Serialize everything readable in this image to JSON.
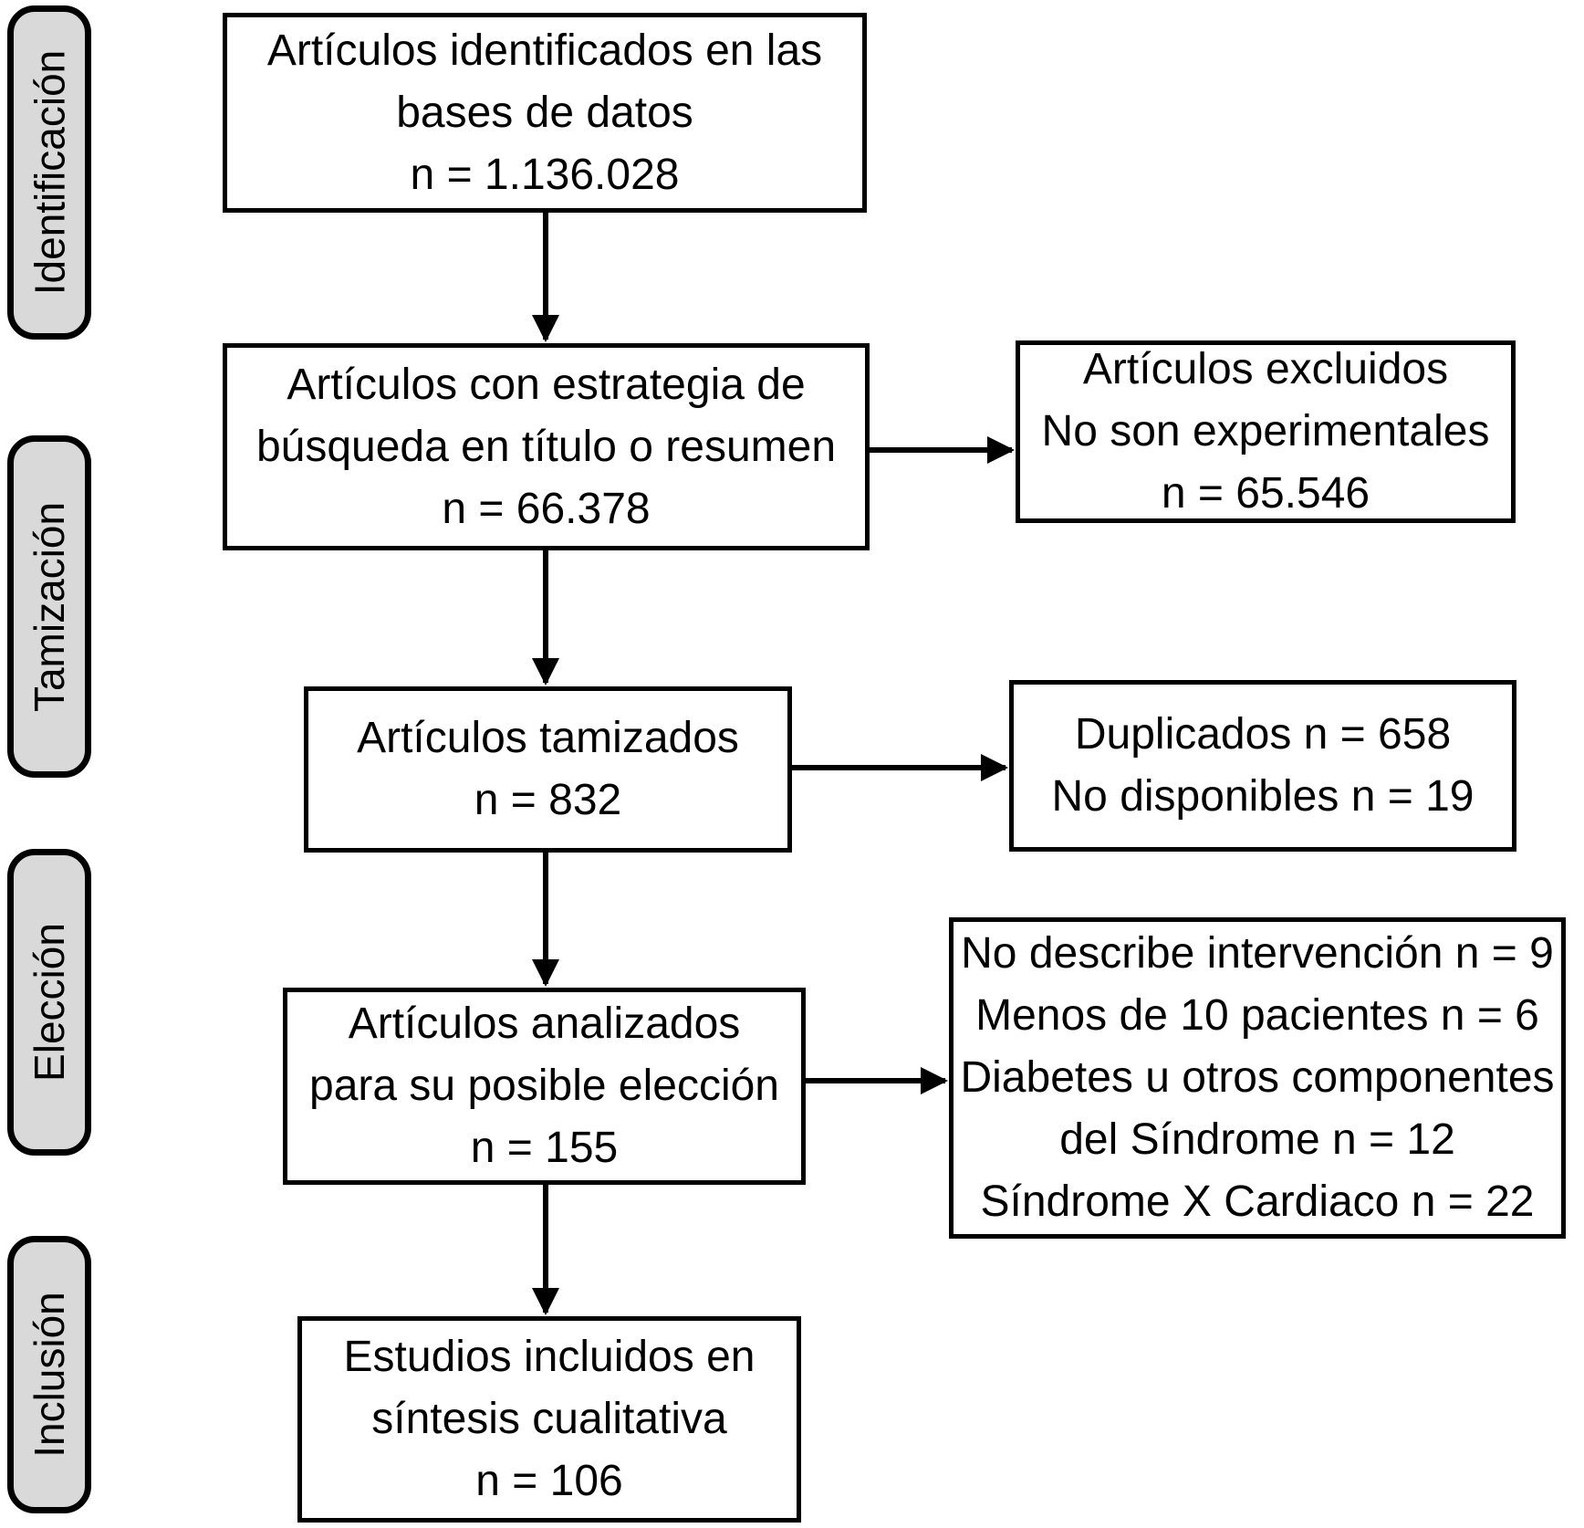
{
  "colors": {
    "background": "#ffffff",
    "stage_fill": "#d9d9d9",
    "line": "#000000"
  },
  "stages": [
    {
      "label": "Identificación"
    },
    {
      "label": "Tamización"
    },
    {
      "label": "Elección"
    },
    {
      "label": "Inclusión"
    }
  ],
  "flow": {
    "identified": {
      "lines": [
        "Artículos identificados en las",
        "bases de datos",
        "n = 1.136.028"
      ]
    },
    "strategy": {
      "lines": [
        "Artículos con estrategia de",
        "búsqueda en título o resumen",
        "n = 66.378"
      ]
    },
    "screened": {
      "lines": [
        "Artículos tamizados",
        "n = 832"
      ]
    },
    "analyzed": {
      "lines": [
        "Artículos analizados",
        "para su posible elección",
        "n = 155"
      ]
    },
    "included": {
      "lines": [
        "Estudios incluidos en",
        "síntesis cualitativa",
        "n = 106"
      ]
    }
  },
  "exclusions": {
    "not_experimental": {
      "lines": [
        "Artículos excluidos",
        "No son experimentales",
        "n = 65.546"
      ]
    },
    "duplicates": {
      "lines": [
        "Duplicados n = 658",
        "No disponibles n = 19"
      ]
    },
    "other_reasons": {
      "lines": [
        "No describe intervención n = 9",
        "Menos de 10 pacientes n = 6",
        "Diabetes u otros componentes",
        "del Síndrome n = 12",
        "Síndrome X Cardiaco n = 22"
      ]
    }
  }
}
